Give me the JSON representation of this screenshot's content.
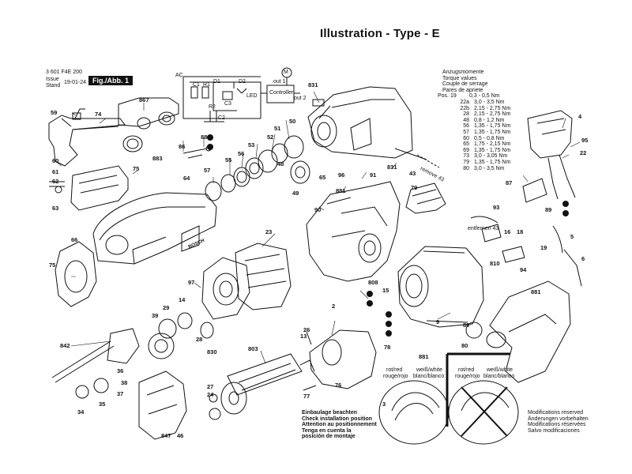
{
  "title": "Illustration - Type - E",
  "header": {
    "part_number": "3 601 F4E 200",
    "issue_label": "Issue",
    "stand_label": "Stand",
    "issue_date": "19-01-24",
    "fig_label": "Fig./Abb. 1"
  },
  "torque_table": {
    "title_lines": [
      "Anzugsmomente",
      "Torque values",
      "Couple de serrage",
      "Pares de apriete"
    ],
    "rows": [
      {
        "pos": "Pos. 19",
        "value": "0,3 - 0,5 Nm"
      },
      {
        "pos": "22a",
        "value": "3,0 - 3,5 Nm"
      },
      {
        "pos": "22b",
        "value": "2,15 - 2,75 Nm"
      },
      {
        "pos": "28",
        "value": "2,15 - 2,75 Nm"
      },
      {
        "pos": "48",
        "value": "0,8 - 1,2 Nm"
      },
      {
        "pos": "56",
        "value": "1,35 - 1,75 Nm"
      },
      {
        "pos": "57",
        "value": "1,35 - 1,75 Nm"
      },
      {
        "pos": "60",
        "value": "0,5 - 0,8 Nm"
      },
      {
        "pos": "65",
        "value": "1,75 - 2,15 Nm"
      },
      {
        "pos": "69",
        "value": "1,35 - 1,75 Nm"
      },
      {
        "pos": "73",
        "value": "3,0 - 3,05 Nm"
      },
      {
        "pos": "79",
        "value": "1,35 - 1,75 Nm"
      },
      {
        "pos": "80",
        "value": "3,0 - 3,5 Nm"
      }
    ]
  },
  "circuit": {
    "ac": "AC",
    "m": "M",
    "out1": "out 1",
    "out2": "out 2",
    "controller": "Controller",
    "c1": "C1",
    "r1": "R1",
    "d1": "D1",
    "d2": "D2",
    "c3": "C3",
    "led": "LED",
    "r2": "R2",
    "c2": "C2"
  },
  "annotations": {
    "remove43": "remove 43",
    "entfernen43": "entfernen 43",
    "rot_red_1": "rot/red",
    "rouge_rojo_1": "rouge/rojo",
    "weiss_white_1": "weiß/white",
    "blanc_blanco_1": "blanc/blanco",
    "rot_red_2": "rot/red",
    "rouge_rojo_2": "rouge/rojo",
    "weiss_white_2": "weiß/white",
    "blanc_blanco_2": "blanc/blanco"
  },
  "install_note": [
    "Einbaulage beachten",
    "Check installation position",
    "Attention au positionnement",
    "Tenga en cuenta la",
    "posición de montaje"
  ],
  "modifications_note": [
    "Modifications reserved",
    "Änderungen vorbehalten",
    "Modifications réservées",
    "Salvo modificaciones"
  ],
  "part_labels": [
    {
      "t": "59"
    },
    {
      "t": "74"
    },
    {
      "t": "867"
    },
    {
      "t": "86"
    },
    {
      "t": "88"
    },
    {
      "t": "75"
    },
    {
      "t": "883"
    },
    {
      "t": "60"
    },
    {
      "t": "61"
    },
    {
      "t": "62"
    },
    {
      "t": "63"
    },
    {
      "t": "64"
    },
    {
      "t": "57"
    },
    {
      "t": "55"
    },
    {
      "t": "56"
    },
    {
      "t": "53"
    },
    {
      "t": "52"
    },
    {
      "t": "51"
    },
    {
      "t": "50"
    },
    {
      "t": "49"
    },
    {
      "t": "831"
    },
    {
      "t": "831"
    },
    {
      "t": "48"
    },
    {
      "t": "65"
    },
    {
      "t": "96"
    },
    {
      "t": "43"
    },
    {
      "t": "91"
    },
    {
      "t": "881"
    },
    {
      "t": "79"
    },
    {
      "t": "90"
    },
    {
      "t": "4"
    },
    {
      "t": "95"
    },
    {
      "t": "22"
    },
    {
      "t": "87"
    },
    {
      "t": "89"
    },
    {
      "t": "93"
    },
    {
      "t": "16"
    },
    {
      "t": "18"
    },
    {
      "t": "810"
    },
    {
      "t": "94"
    },
    {
      "t": "5"
    },
    {
      "t": "19"
    },
    {
      "t": "6"
    },
    {
      "t": "66"
    },
    {
      "t": "75"
    },
    {
      "t": "23"
    },
    {
      "t": "97"
    },
    {
      "t": "14"
    },
    {
      "t": "29"
    },
    {
      "t": "39"
    },
    {
      "t": "28"
    },
    {
      "t": "830"
    },
    {
      "t": "842"
    },
    {
      "t": "803"
    },
    {
      "t": "2"
    },
    {
      "t": "26"
    },
    {
      "t": "13"
    },
    {
      "t": "15"
    },
    {
      "t": "808"
    },
    {
      "t": "9"
    },
    {
      "t": "881"
    },
    {
      "t": "80"
    },
    {
      "t": "80"
    },
    {
      "t": "78"
    },
    {
      "t": "36"
    },
    {
      "t": "38"
    },
    {
      "t": "37"
    },
    {
      "t": "35"
    },
    {
      "t": "34"
    },
    {
      "t": "27"
    },
    {
      "t": "24"
    },
    {
      "t": "77"
    },
    {
      "t": "76"
    },
    {
      "t": "847"
    },
    {
      "t": "46"
    },
    {
      "t": "881"
    },
    {
      "t": "3"
    }
  ],
  "brand_text": "BOSCH"
}
